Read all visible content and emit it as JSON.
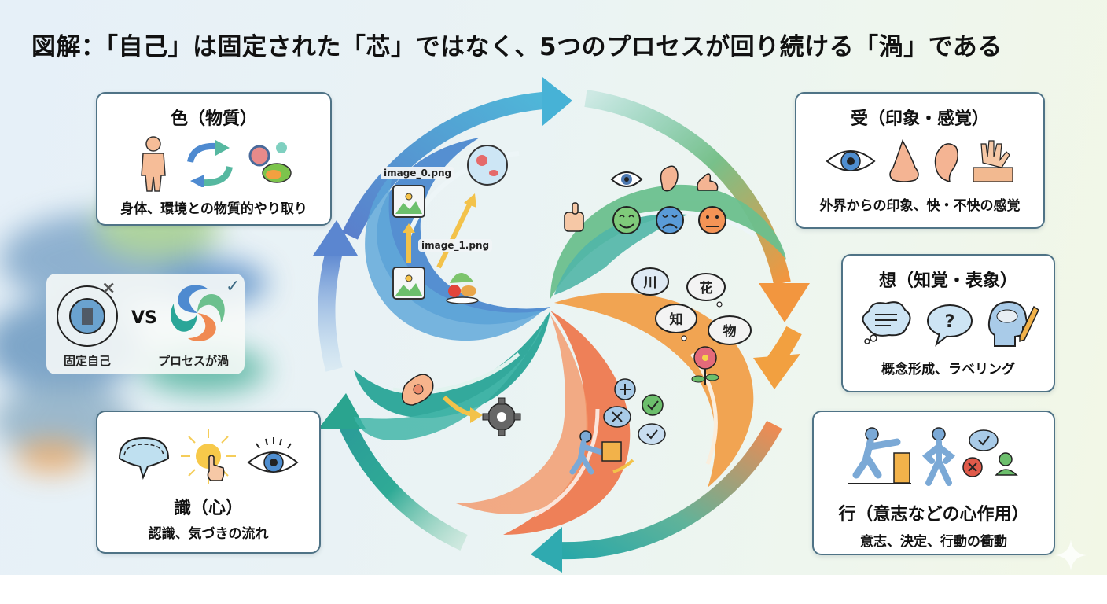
{
  "title": "図解：「自己」は固定された「芯」ではなく、5つのプロセスが回り続ける「渦」である",
  "aggregates": {
    "rupa": {
      "heading": "色（物質）",
      "description": "身体、環境との物質的やり取り",
      "icons": [
        "human-body-icon",
        "exchange-cycle-icon",
        "cells-food-icon"
      ]
    },
    "vedana": {
      "heading": "受（印象・感覚）",
      "description": "外界からの印象、快・不快の感覚",
      "icons": [
        "eye-icon",
        "nose-icon",
        "ear-icon",
        "touch-skin-icon"
      ]
    },
    "samjna": {
      "heading": "想（知覚・表象）",
      "description": "概念形成、ラベリング",
      "icons": [
        "thought-cloud-icon",
        "question-bubble-icon",
        "head-pencil-icon"
      ]
    },
    "samskara": {
      "heading": "行（意志などの心作用）",
      "description": "意志、決定、行動の衝動",
      "icons": [
        "pushing-person-icon",
        "standing-person-icon",
        "decision-icons"
      ]
    },
    "vijnana": {
      "heading": "識（心）",
      "description": "認識、気づきの流れ",
      "icons": [
        "mind-bubble-icon",
        "sun-touch-icon",
        "eye-icon"
      ]
    }
  },
  "comparison": {
    "left_label": "固定自己",
    "vs_label": "VS",
    "right_label": "プロセスが渦",
    "left_mark": "×",
    "right_mark": "✓"
  },
  "center": {
    "file_labels": [
      "image_0.png",
      "image_1.png"
    ],
    "concept_bubbles": [
      "川",
      "花",
      "知",
      "物"
    ],
    "emotion_faces": [
      "happy",
      "sad",
      "neutral"
    ]
  },
  "colors": {
    "blue": "#4f8fd0",
    "teal": "#2aa89a",
    "green": "#66b98c",
    "orange": "#f1a04a",
    "coral": "#ef7a50",
    "card_border": "#4f7386"
  }
}
